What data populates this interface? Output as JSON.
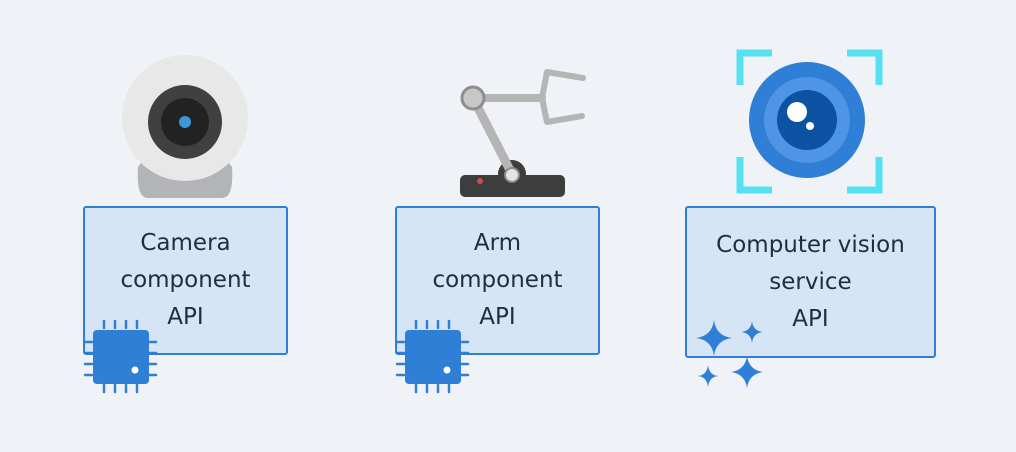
{
  "cards": {
    "camera": {
      "lines": [
        "Camera",
        "component",
        "API"
      ],
      "icon": "webcam-icon",
      "badge": "chip-icon"
    },
    "arm": {
      "lines": [
        "Arm",
        "component",
        "API"
      ],
      "icon": "robot-arm-icon",
      "badge": "chip-icon"
    },
    "vision": {
      "lines": [
        "Computer vision",
        "service",
        "API"
      ],
      "icon": "vision-eye-icon",
      "badge": "sparkles-icon"
    }
  },
  "colors": {
    "background": "#eff2f6",
    "box_fill": "#d5e5f5",
    "box_border": "#2f7fd6",
    "chip": "#2f7fd6",
    "sparkle": "#2f7fd6",
    "frame": "#55e1f2",
    "text": "#1f2d3f"
  }
}
